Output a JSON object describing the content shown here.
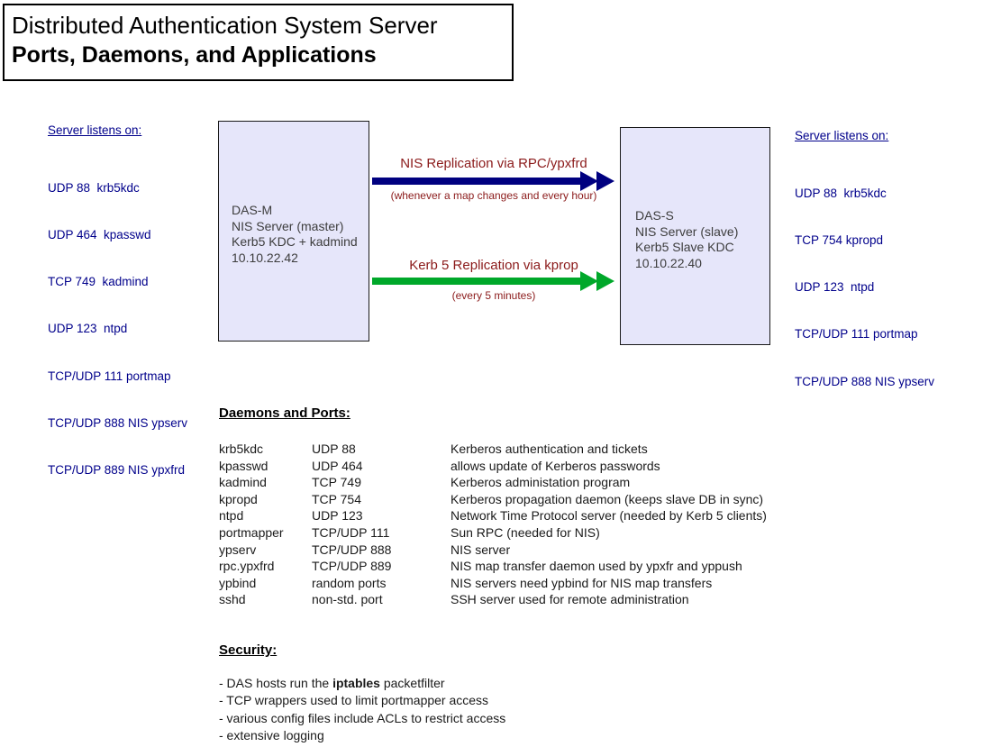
{
  "title": {
    "line1": "Distributed Authentication System Server",
    "line2": "Ports, Daemons, and Applications"
  },
  "left_panel": {
    "heading": "Server listens on:",
    "items": [
      "UDP 88  krb5kdc",
      "UDP 464  kpasswd",
      "TCP 749  kadmind",
      "UDP 123  ntpd",
      "TCP/UDP 111 portmap",
      "TCP/UDP 888 NIS ypserv",
      "TCP/UDP 889 NIS ypxfrd"
    ]
  },
  "right_panel": {
    "heading": "Server listens on:",
    "items": [
      "UDP 88  krb5kdc",
      "TCP 754 kpropd",
      "UDP 123  ntpd",
      "TCP/UDP 111 portmap",
      "TCP/UDP 888 NIS ypserv"
    ]
  },
  "master_box": {
    "name": "DAS-M",
    "role": "NIS Server (master)",
    "services": "Kerb5 KDC + kadmind",
    "ip": "10.10.22.42"
  },
  "slave_box": {
    "name": "DAS-S",
    "role": "NIS Server (slave)",
    "services": "Kerb5 Slave KDC",
    "ip": "10.10.22.40"
  },
  "arrows": {
    "nis": {
      "label": "NIS Replication via RPC/ypxfrd",
      "note": "(whenever a map changes and every hour)",
      "color": "#000080"
    },
    "kerb": {
      "label": "Kerb 5 Replication via kprop",
      "note": "(every 5 minutes)",
      "color": "#00A82A"
    },
    "label_color": "#8B1A1A"
  },
  "daemons": {
    "heading": "Daemons and Ports:",
    "rows": [
      {
        "daemon": "krb5kdc",
        "port": "UDP 88",
        "description": "Kerberos authentication and tickets"
      },
      {
        "daemon": "kpasswd",
        "port": "UDP 464",
        "description": "allows update of Kerberos passwords"
      },
      {
        "daemon": "kadmind",
        "port": "TCP 749",
        "description": "Kerberos administation program"
      },
      {
        "daemon": "kpropd",
        "port": "TCP 754",
        "description": "Kerberos propagation daemon (keeps slave DB in sync)"
      },
      {
        "daemon": "ntpd",
        "port": "UDP 123",
        "description": "Network Time Protocol server (needed by Kerb 5 clients)"
      },
      {
        "daemon": "portmapper",
        "port": "TCP/UDP 111",
        "description": "Sun RPC (needed for NIS)"
      },
      {
        "daemon": "ypserv",
        "port": "TCP/UDP 888",
        "description": "NIS server"
      },
      {
        "daemon": "rpc.ypxfrd",
        "port": "TCP/UDP 889",
        "description": "NIS map transfer daemon used by ypxfr and yppush"
      },
      {
        "daemon": "ypbind",
        "port": "random ports",
        "description": "NIS servers need ypbind for NIS map transfers"
      },
      {
        "daemon": "sshd",
        "port": "non-std. port",
        "description": "SSH server used for remote administration"
      }
    ]
  },
  "security": {
    "heading": "Security:",
    "item1": {
      "prefix": "- DAS hosts run the ",
      "bold": "iptables",
      "suffix": " packetfilter"
    },
    "item2": "- TCP wrappers used to limit portmapper access",
    "item3": "- various config files include ACLs to restrict access",
    "item4": "- extensive logging"
  },
  "colors": {
    "listens_text": "#00008B",
    "box_fill": "#E6E6FA",
    "box_text": "#3d3d3d",
    "nis_arrow": "#000080",
    "kerb_arrow": "#00A82A",
    "arrow_labels": "#8B1A1A"
  }
}
